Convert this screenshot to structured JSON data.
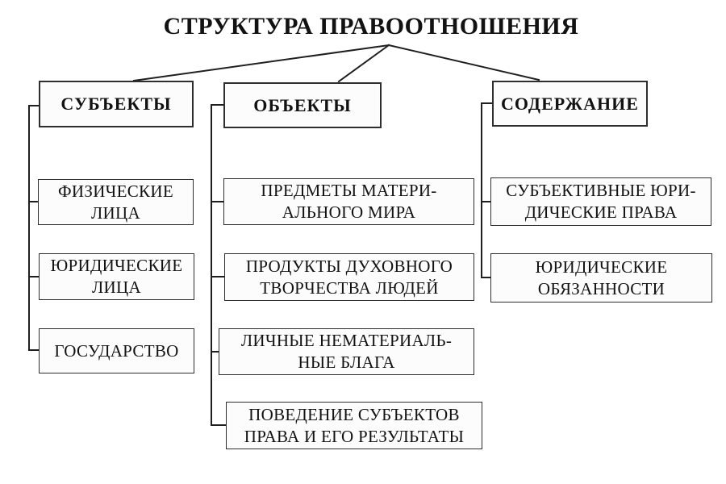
{
  "title": "СТРУКТУРА ПРАВООТНОШЕНИЯ",
  "colors": {
    "page_bg": "#ffffff",
    "box_bg": "#fcfcfc",
    "box_border": "#2e2e2e",
    "line": "#1f1f1f",
    "text": "#121212"
  },
  "columns": [
    {
      "id": "subjects",
      "parent": {
        "label": "СУБЪЕКТЫ"
      },
      "children": [
        {
          "lines": [
            "ФИЗИЧЕСКИЕ",
            "ЛИЦА"
          ]
        },
        {
          "lines": [
            "ЮРИДИЧЕСКИЕ",
            "ЛИЦА"
          ]
        },
        {
          "lines": [
            "ГОСУДАРСТВО"
          ]
        }
      ]
    },
    {
      "id": "objects",
      "parent": {
        "label": "ОБЪЕКТЫ"
      },
      "children": [
        {
          "lines": [
            "ПРЕДМЕТЫ МАТЕРИ-",
            "АЛЬНОГО МИРА"
          ]
        },
        {
          "lines": [
            "ПРОДУКТЫ ДУХОВНОГО",
            "ТВОРЧЕСТВА ЛЮДЕЙ"
          ]
        },
        {
          "lines": [
            "ЛИЧНЫЕ НЕМАТЕРИАЛЬ-",
            "НЫЕ БЛАГА"
          ]
        },
        {
          "lines": [
            "ПОВЕДЕНИЕ СУБЪЕКТОВ",
            "ПРАВА И ЕГО РЕЗУЛЬТАТЫ"
          ]
        }
      ]
    },
    {
      "id": "content",
      "parent": {
        "label": "СОДЕРЖАНИЕ"
      },
      "children": [
        {
          "lines": [
            "СУБЪЕКТИВНЫЕ ЮРИ-",
            "ДИЧЕСКИЕ ПРАВА"
          ]
        },
        {
          "lines": [
            "ЮРИДИЧЕСКИЕ",
            "ОБЯЗАННОСТИ"
          ]
        }
      ]
    }
  ]
}
